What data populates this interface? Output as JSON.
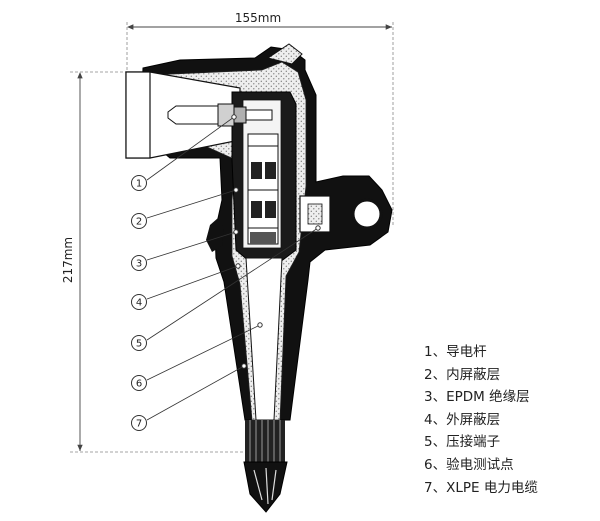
{
  "dimensions": {
    "width_label": "155mm",
    "height_label": "217mm"
  },
  "callouts": [
    "1",
    "2",
    "3",
    "4",
    "5",
    "6",
    "7"
  ],
  "legend": [
    "1、导电杆",
    "2、内屏蔽层",
    "3、EPDM 绝缘层",
    "4、外屏蔽层",
    "5、压接端子",
    "6、验电测试点",
    "7、XLPE 电力电缆"
  ]
}
